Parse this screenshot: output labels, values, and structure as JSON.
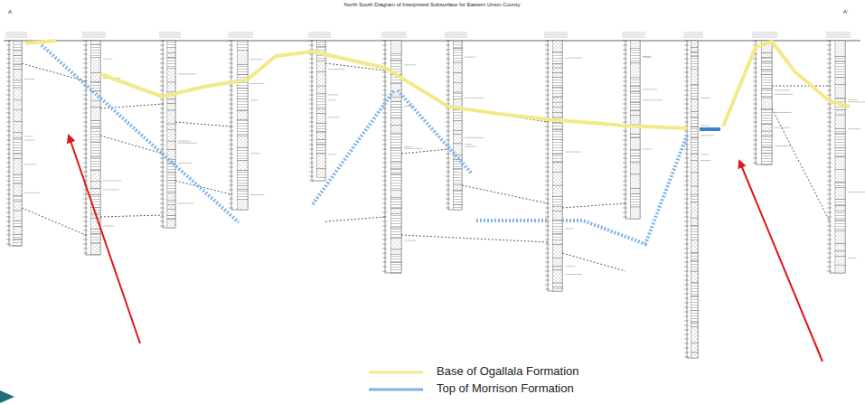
{
  "diagram": {
    "title": "North South Diagram of Interpreted Subsurface for Eastern Union County",
    "labels": [
      "A",
      "A'"
    ],
    "legend": [
      {
        "text": "Base of Ogallala Formation"
      },
      {
        "text": "Top of Morrison Formation"
      }
    ]
  }
}
